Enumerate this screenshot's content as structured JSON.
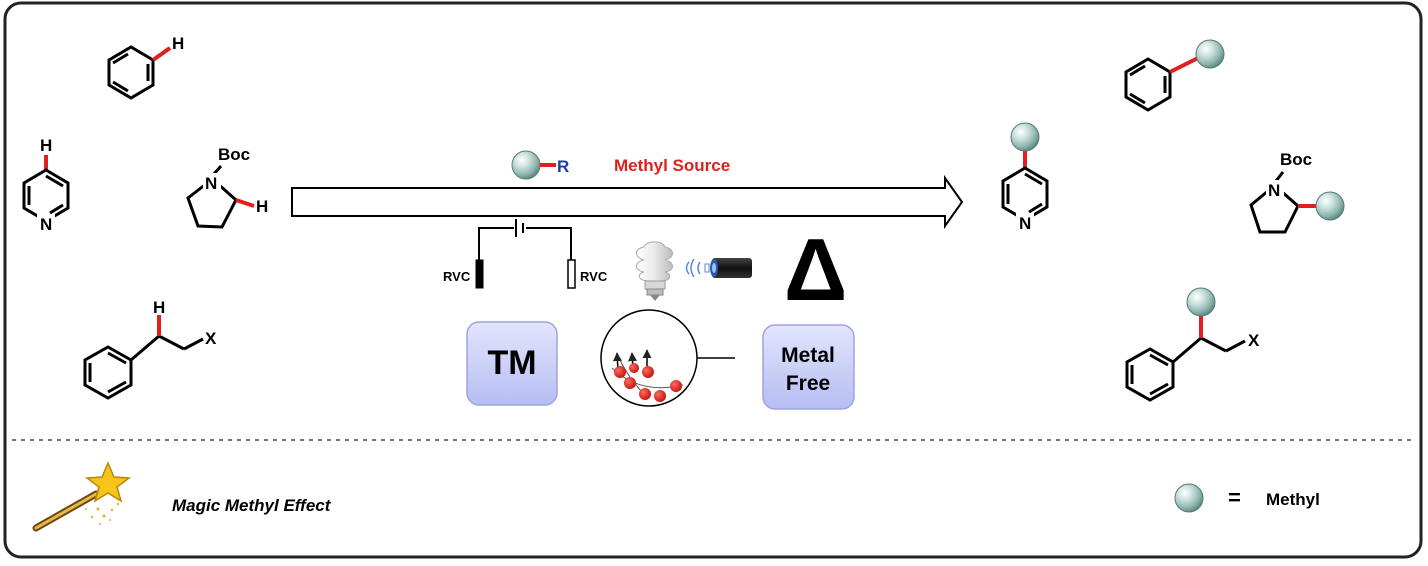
{
  "reactants": {
    "benzene": {
      "h": "H"
    },
    "pyridine": {
      "h": "H",
      "n": "N"
    },
    "pyrrolidine": {
      "boc": "Boc",
      "n": "N",
      "h": "H"
    },
    "alkyl_arene": {
      "h": "H",
      "x": "X"
    }
  },
  "reagent": {
    "r": "R",
    "label": "Methyl Source"
  },
  "conditions": {
    "rvc_left": "RVC",
    "rvc_right": "RVC",
    "delta": "Δ",
    "tm_box": "TM",
    "metal_free_line1": "Metal",
    "metal_free_line2": "Free"
  },
  "products": {
    "pyridine": {
      "n": "N"
    },
    "pyrrolidine": {
      "boc": "Boc",
      "n": "N"
    },
    "alkyl_arene": {
      "x": "X"
    }
  },
  "footer": {
    "magic_label": "Magic Methyl Effect",
    "equals": "=",
    "legend_label": "Methyl"
  },
  "colors": {
    "bond_highlight": "#e0201e",
    "methyl_source_text": "#e0201e",
    "r_text": "#1f3fa0",
    "box_fill": "#c4c9f6",
    "methyl_ball": "#a8cbc6"
  }
}
